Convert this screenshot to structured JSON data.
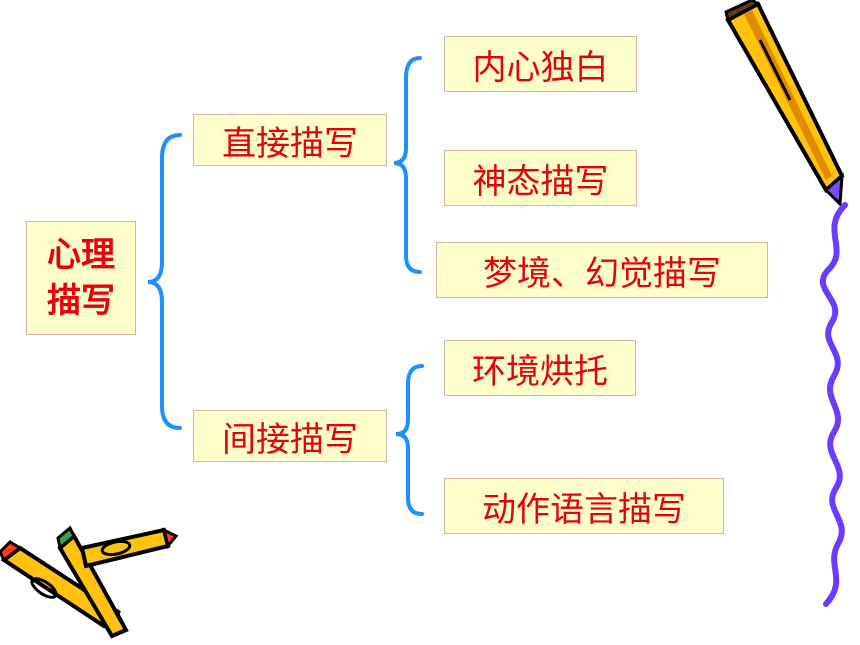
{
  "diagram": {
    "root": {
      "line1": "心理",
      "line2": "描写"
    },
    "branches": [
      {
        "label": "直接描写",
        "children": [
          "内心独白",
          "神态描写",
          "梦境、幻觉描写"
        ]
      },
      {
        "label": "间接描写",
        "children": [
          "环境烘托",
          "动作语言描写"
        ]
      }
    ]
  },
  "colors": {
    "text": "#e8000a",
    "box_fill": "#ffffcc",
    "box_border": "#d9b0a4",
    "brace": "#1e90ff",
    "squiggle": "#6a3cff",
    "pencil_body": "#ffc20e",
    "pencil_tip": "#ff3b1f"
  },
  "icons": [
    "pencil-icon",
    "crossed-pencils-icon",
    "squiggle-line-decoration"
  ]
}
